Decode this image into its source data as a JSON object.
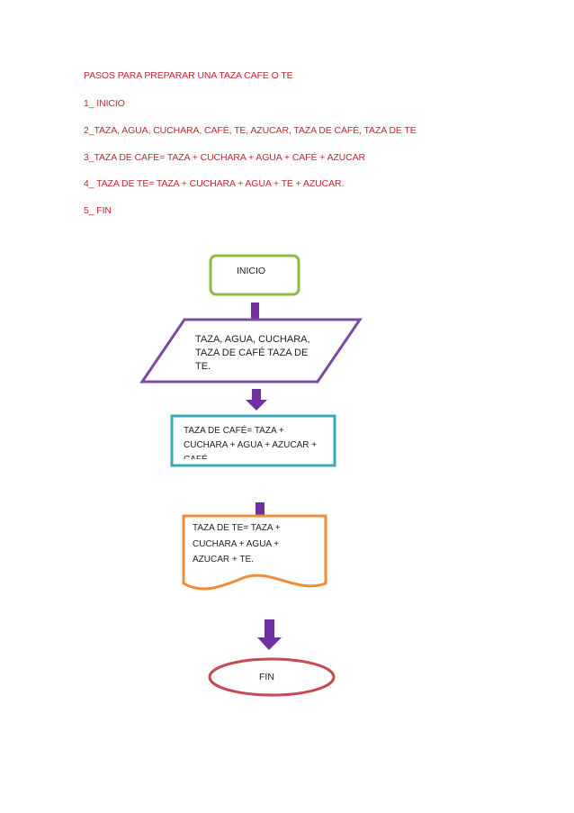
{
  "document": {
    "title": "PASOS PARA PREPARAR UNA TAZA CAFE O TE",
    "steps": [
      "1_ INICIO",
      "2_TAZA, AGUA, CUCHARA, CAFÉ, TE, AZUCAR, TAZA DE CAFÉ, TAZA DE TE",
      "3_TAZA  DE CAFE= TAZA + CUCHARA + AGUA + CAFÉ + AZUCAR",
      "4_ TAZA DE TE= TAZA + CUCHARA + AGUA + TE + AZUCAR.",
      "5_ FIN"
    ]
  },
  "flowchart": {
    "start": "INICIO",
    "input": [
      "TAZA, AGUA, CUCHARA,",
      "TAZA DE CAFÉ TAZA DE",
      "TE."
    ],
    "process_coffee": [
      "TAZA DE CAFÉ= TAZA +",
      "CUCHARA + AGUA + AZUCAR +",
      "CAFÉ"
    ],
    "document_tea": [
      "TAZA DE TE= TAZA  +",
      "CUCHARA + AGUA  +",
      "AZUCAR + TE."
    ],
    "end": "FIN",
    "colors": {
      "text_red": "#c0282f",
      "start_border": "#8cba45",
      "input_border": "#7b4aa3",
      "process_border": "#3aa8b7",
      "document_border": "#f08c3a",
      "end_border": "#c64a52",
      "arrow": "#7030a0"
    }
  }
}
